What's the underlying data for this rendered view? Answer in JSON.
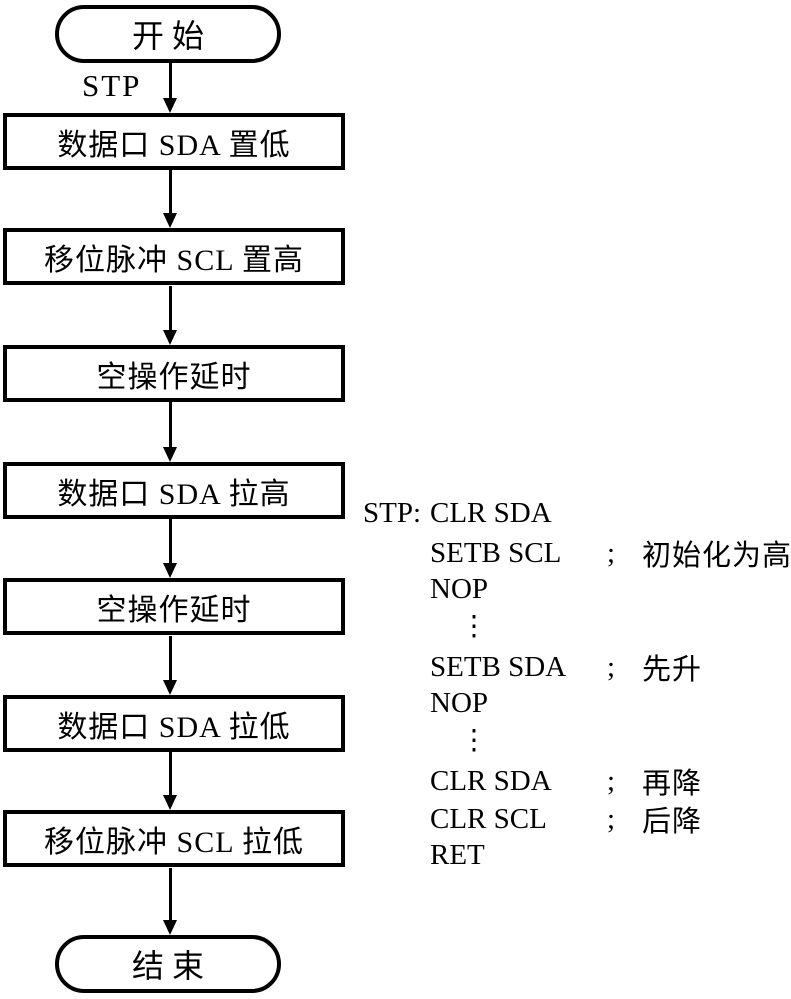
{
  "colors": {
    "ink": "#000000",
    "background": "#ffffff"
  },
  "flowchart": {
    "start_label": "开始",
    "branch_label": "STP",
    "steps": [
      "数据口 SDA 置低",
      "移位脉冲 SCL 置高",
      "空操作延时",
      "数据口 SDA 拉高",
      "空操作延时",
      "数据口 SDA 拉低",
      "移位脉冲 SCL 拉低"
    ],
    "end_label": "结束"
  },
  "code": {
    "lines": [
      {
        "label": "STP:",
        "instr": "CLR SDA",
        "semi": "",
        "comment": ""
      },
      {
        "label": "",
        "instr": "SETB SCL",
        "semi": ";",
        "comment": "初始化为高"
      },
      {
        "label": "",
        "instr": "NOP",
        "semi": "",
        "comment": ""
      },
      {
        "label": "",
        "instr": "⋮",
        "semi": "",
        "comment": ""
      },
      {
        "label": "",
        "instr": "SETB SDA",
        "semi": ";",
        "comment": "先升"
      },
      {
        "label": "",
        "instr": "NOP",
        "semi": "",
        "comment": ""
      },
      {
        "label": "",
        "instr": "⋮",
        "semi": "",
        "comment": ""
      },
      {
        "label": "",
        "instr": "CLR SDA",
        "semi": ";",
        "comment": "再降"
      },
      {
        "label": "",
        "instr": "CLR SCL",
        "semi": ";",
        "comment": "后降"
      },
      {
        "label": "",
        "instr": "RET",
        "semi": "",
        "comment": ""
      }
    ]
  }
}
